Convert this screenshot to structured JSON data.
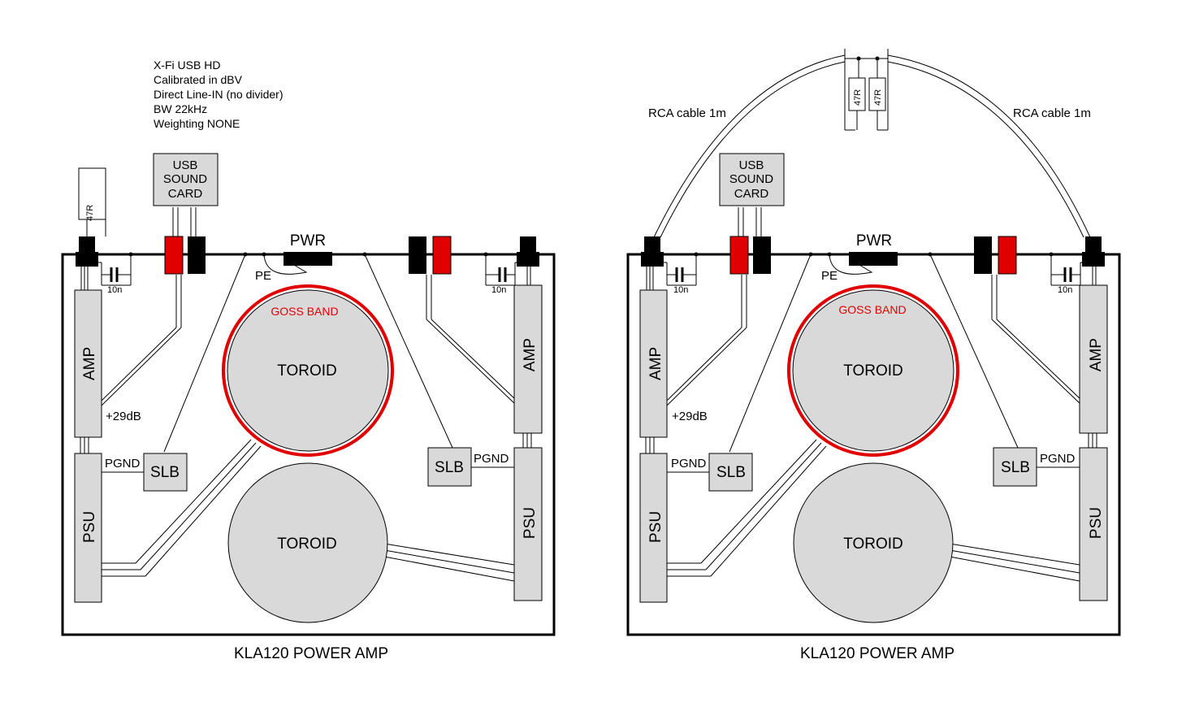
{
  "notes": {
    "lines": [
      "X-Fi USB HD",
      "Calibrated in dBV",
      "Direct Line-IN (no divider)",
      "BW 22kHz",
      "Weighting NONE"
    ]
  },
  "labels": {
    "usb_line1": "USB",
    "usb_line2": "SOUND",
    "usb_line3": "CARD",
    "pwr": "PWR",
    "pe": "PE",
    "goss_band": "GOSS BAND",
    "toroid": "TOROID",
    "amp": "AMP",
    "psu": "PSU",
    "slb": "SLB",
    "pgnd": "PGND",
    "gain": "+29dB",
    "cap": "10n",
    "resistor": "47R",
    "rca_cable": "RCA cable 1m",
    "title": "KLA120 POWER AMP"
  },
  "colors": {
    "terminal_red": "#e00000",
    "terminal_black": "#000000",
    "goss_band": "#e00000",
    "box_fill": "#d9d9d9"
  }
}
